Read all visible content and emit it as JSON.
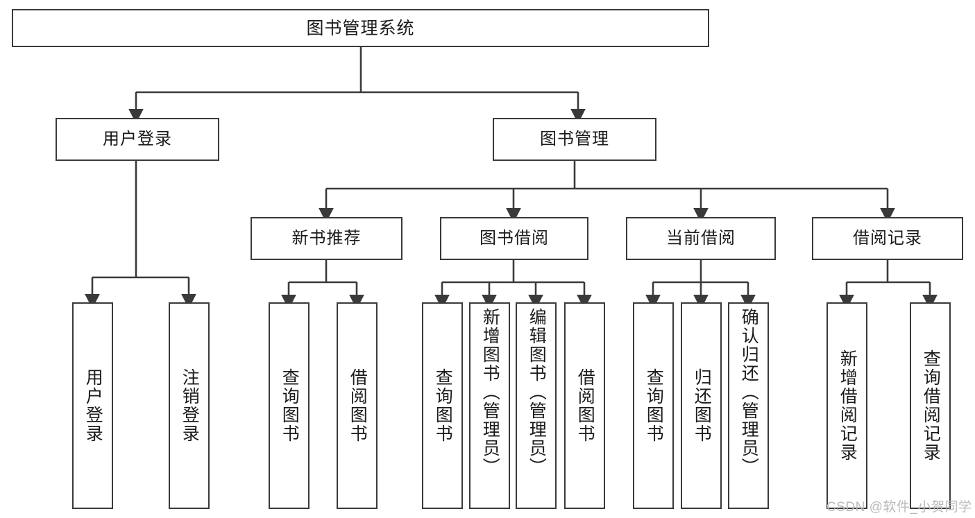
{
  "diagram": {
    "type": "tree-hierarchy",
    "title": "图书管理系统",
    "orientation": "top-down",
    "colors": {
      "box_border": "#3a3a3a",
      "box_fill": "#ffffff",
      "connector": "#3a3a3a",
      "text": "#1b1b1b",
      "watermark": "#b9b9b9",
      "background": "#ffffff"
    }
  },
  "root": {
    "label": "图书管理系统"
  },
  "level1": [
    {
      "label": "用户登录"
    },
    {
      "label": "图书管理"
    }
  ],
  "level2": [
    {
      "label": "新书推荐"
    },
    {
      "label": "图书借阅"
    },
    {
      "label": "当前借阅"
    },
    {
      "label": "借阅记录"
    }
  ],
  "leaves": {
    "user_login": [
      {
        "label": "用户登录"
      },
      {
        "label": "注销登录"
      }
    ],
    "new_book_recommend": [
      {
        "label": "查询图书"
      },
      {
        "label": "借阅图书"
      }
    ],
    "book_borrow": [
      {
        "label": "查询图书"
      },
      {
        "label": "新增图书（管理员）"
      },
      {
        "label": "编辑图书（管理员）"
      },
      {
        "label": "借阅图书"
      }
    ],
    "current_borrow": [
      {
        "label": "查询图书"
      },
      {
        "label": "归还图书"
      },
      {
        "label": "确认归还（管理员）"
      }
    ],
    "borrow_record": [
      {
        "label": "新增借阅记录"
      },
      {
        "label": "查询借阅记录"
      }
    ]
  },
  "watermark": {
    "text": "CSDN @软件_小贺同学"
  }
}
